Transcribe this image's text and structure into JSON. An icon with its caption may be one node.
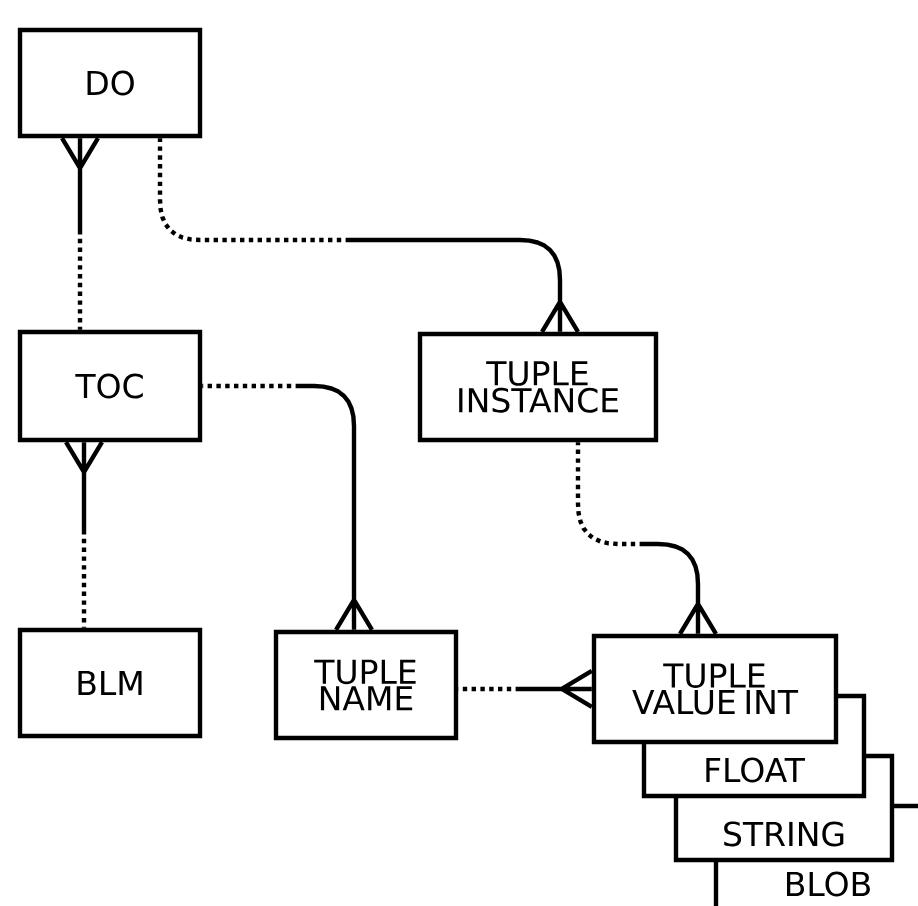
{
  "diagram": {
    "nodes": [
      {
        "text": [
          "DO"
        ]
      },
      {
        "text": [
          "TOC"
        ]
      },
      {
        "text": [
          "TUPLE INSTANCE"
        ]
      },
      {
        "text": [
          "BLM"
        ]
      },
      {
        "text": [
          "TUPLE NAME"
        ]
      },
      {
        "text": [
          "TUPLE VALUE INT"
        ]
      },
      {
        "text": [
          "FLOAT"
        ]
      },
      {
        "text": [
          "STRING"
        ]
      },
      {
        "text": [
          "BLOB"
        ]
      }
    ],
    "edges": [
      {
        "from": 1,
        "to": 0,
        "arrow": "other"
      },
      {
        "from": 0,
        "to": 2,
        "arrow": "other"
      },
      {
        "from": 3,
        "to": 1,
        "arrow": "other"
      },
      {
        "from": 1,
        "to": 4,
        "arrow": "other"
      },
      {
        "from": 2,
        "to": 5,
        "arrow": "other"
      },
      {
        "from": 4,
        "to": 5,
        "arrow": "other"
      }
    ]
  }
}
